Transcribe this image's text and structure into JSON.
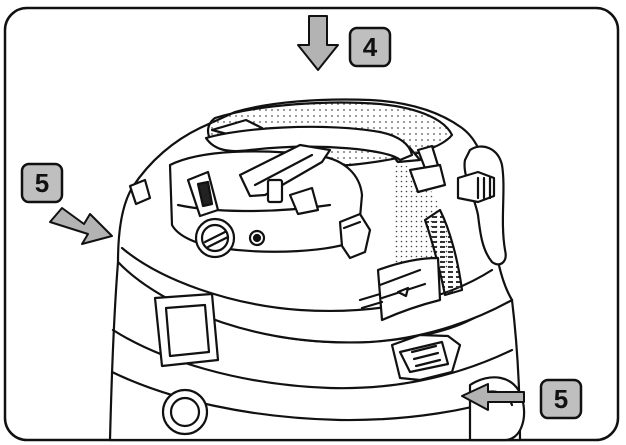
{
  "figure": {
    "callouts": [
      {
        "id": "callout-4",
        "label": "4",
        "arrow": "down"
      },
      {
        "id": "callout-5-left",
        "label": "5",
        "arrow": "right-down"
      },
      {
        "id": "callout-5-right",
        "label": "5",
        "arrow": "left"
      }
    ]
  },
  "colors": {
    "line": "#111111",
    "badge_fill": "#bfbfbf",
    "arrow_fill": "#b3b3b3",
    "paper": "#ffffff",
    "dots": "#555555"
  },
  "icons": [
    "down-arrow-icon",
    "diagonal-arrow-icon",
    "left-arrow-icon"
  ]
}
